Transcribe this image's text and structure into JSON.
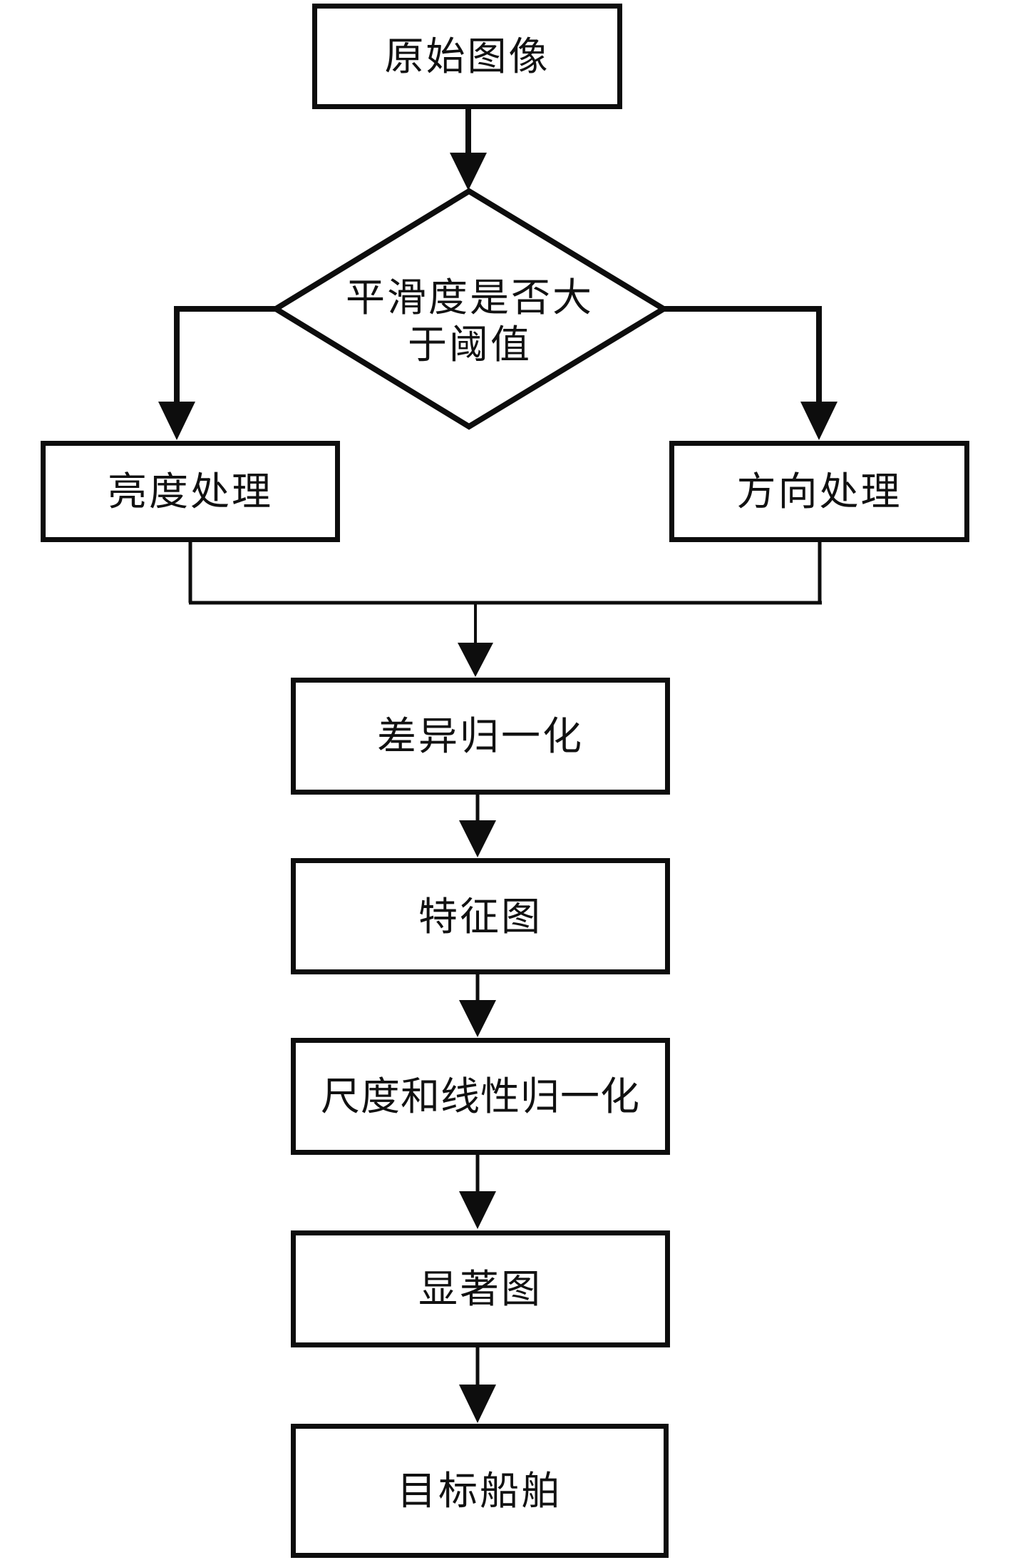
{
  "flowchart": {
    "background_color": "#ffffff",
    "stroke_color": "#0d0d0d",
    "text_color": "#111111",
    "nodes": {
      "original_image": {
        "label": "原始图像",
        "shape": "rect"
      },
      "smoothness_decision": {
        "label": "平滑度是否大于阈值",
        "line1": "平滑度是否大",
        "line2": "于阈值",
        "shape": "diamond"
      },
      "brightness_processing": {
        "label": "亮度处理",
        "shape": "rect"
      },
      "direction_processing": {
        "label": "方向处理",
        "shape": "rect"
      },
      "difference_normalization": {
        "label": "差异归一化",
        "shape": "rect"
      },
      "feature_map": {
        "label": "特征图",
        "shape": "rect"
      },
      "scale_linear_normalization": {
        "label": "尺度和线性归一化",
        "shape": "rect"
      },
      "saliency_map": {
        "label": "显著图",
        "shape": "rect"
      },
      "target_ship": {
        "label": "目标船舶",
        "shape": "rect"
      }
    },
    "edges": [
      {
        "from": "original_image",
        "to": "smoothness_decision"
      },
      {
        "from": "smoothness_decision",
        "to": "brightness_processing",
        "branch": "left"
      },
      {
        "from": "smoothness_decision",
        "to": "direction_processing",
        "branch": "right"
      },
      {
        "from": "brightness_processing",
        "to": "difference_normalization"
      },
      {
        "from": "direction_processing",
        "to": "difference_normalization"
      },
      {
        "from": "difference_normalization",
        "to": "feature_map"
      },
      {
        "from": "feature_map",
        "to": "scale_linear_normalization"
      },
      {
        "from": "scale_linear_normalization",
        "to": "saliency_map"
      },
      {
        "from": "saliency_map",
        "to": "target_ship"
      }
    ]
  }
}
